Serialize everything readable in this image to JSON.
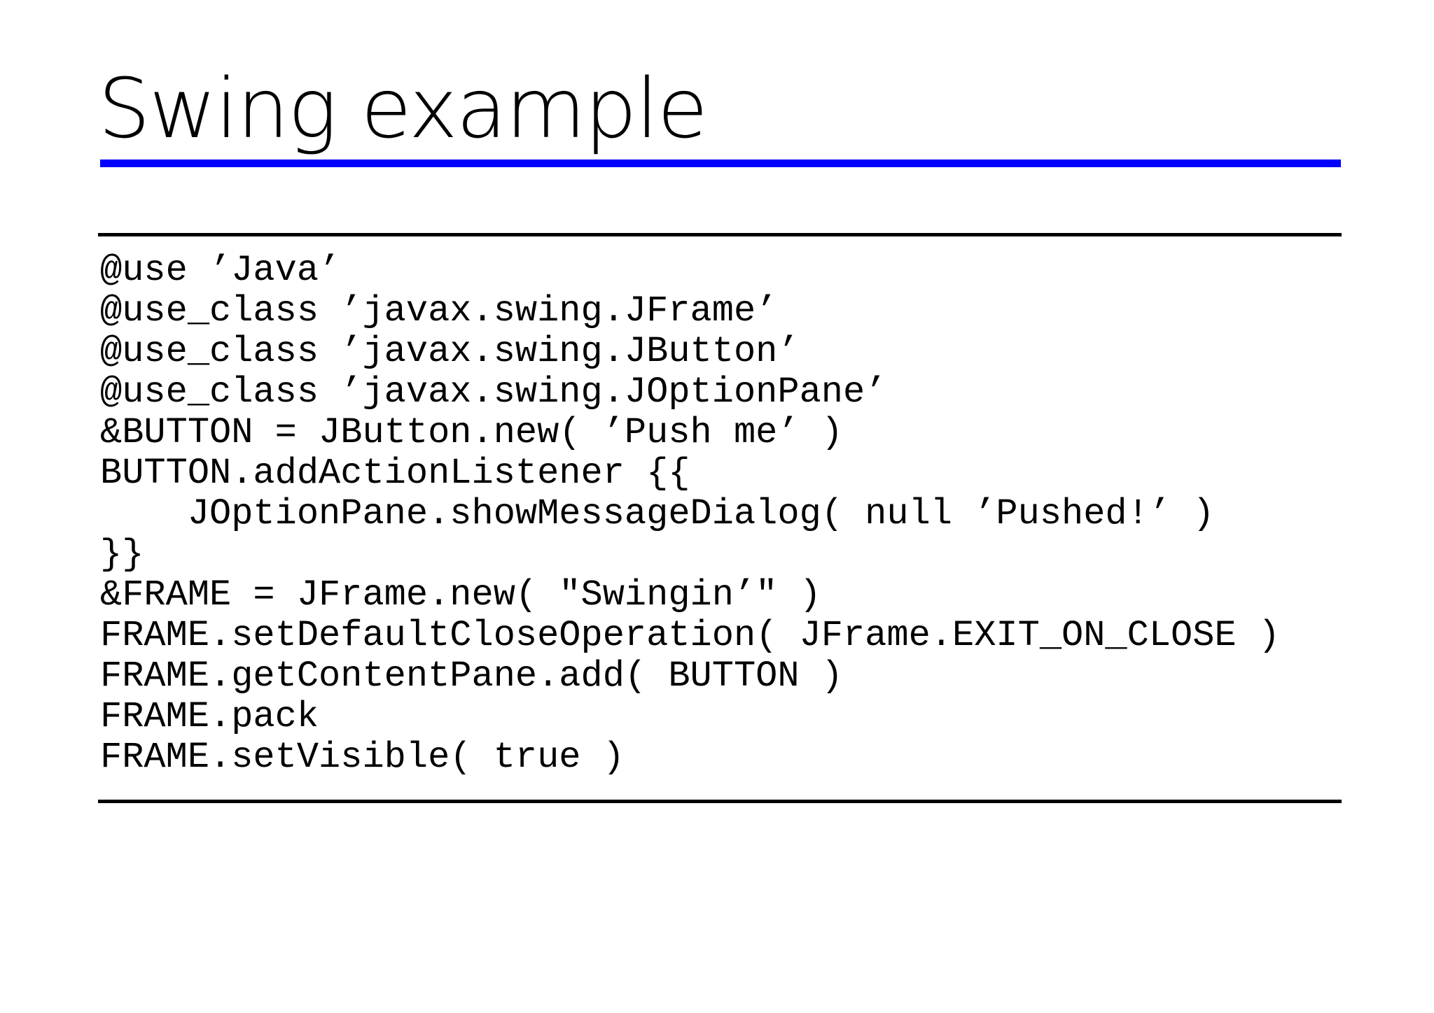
{
  "slide": {
    "title": "Swing example",
    "accent_color": "#0000ff",
    "rule_color": "#000000",
    "code": {
      "language_hint": "ruby-java-swing",
      "lines": [
        "@use ’Java’",
        "@use_class ’javax.swing.JFrame’",
        "@use_class ’javax.swing.JButton’",
        "@use_class ’javax.swing.JOptionPane’",
        "&BUTTON = JButton.new( ’Push me’ )",
        "BUTTON.addActionListener {{",
        "    JOptionPane.showMessageDialog( null ’Pushed!’ )",
        "}}",
        "&FRAME = JFrame.new( \"Swingin’\" )",
        "FRAME.setDefaultCloseOperation( JFrame.EXIT_ON_CLOSE )",
        "FRAME.getContentPane.add( BUTTON )",
        "FRAME.pack",
        "FRAME.setVisible( true )"
      ]
    }
  }
}
